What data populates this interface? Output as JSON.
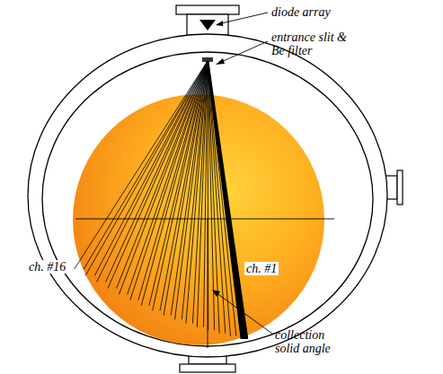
{
  "diagram": {
    "labels": [
      "diode array",
      "entrance slit & Be filter",
      "ch. #16",
      "ch. #1",
      "collection solid angle"
    ]
  }
}
